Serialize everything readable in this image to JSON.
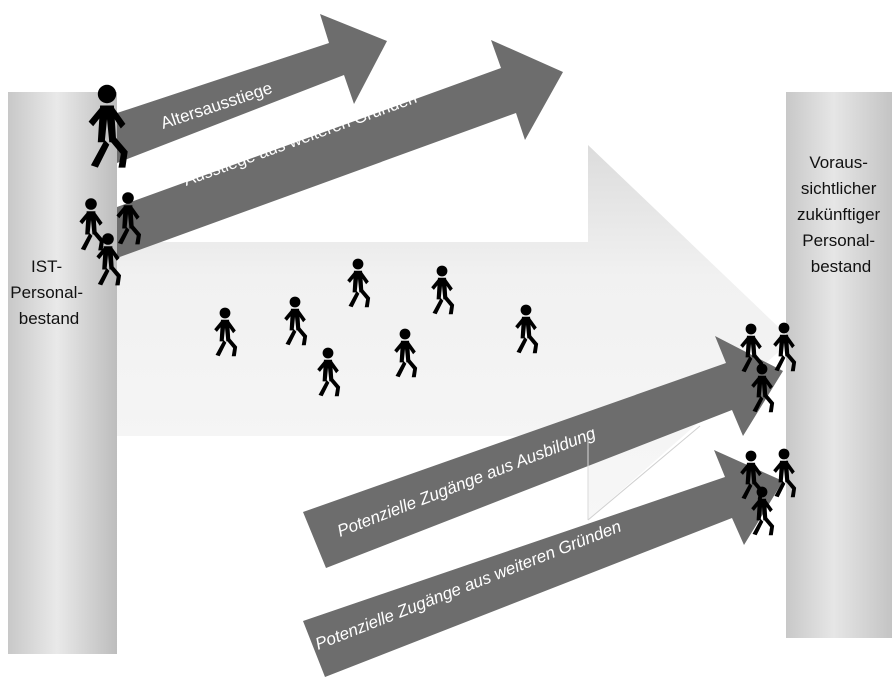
{
  "left_block": {
    "lines": [
      "IST-",
      "Personal-",
      "bestand"
    ]
  },
  "right_block": {
    "lines": [
      "Voraus-",
      "sichtlicher",
      "zukünftiger",
      "Personal-",
      "bestand"
    ]
  },
  "arrows": {
    "altersausstiege": "Altersausstiege",
    "ausstiege_weitere": "Ausstiege aus weiteren Gründen",
    "zugaenge_ausbildung": "Potenzielle Zugänge aus Ausbildung",
    "zugaenge_weitere": "Potenzielle Zugänge aus weiteren Gründen"
  },
  "colors": {
    "pillar": "#cfcfcf",
    "dark_arrow": "#6d6d6d",
    "main_arrow": "#ececec",
    "figure": "#000000"
  },
  "icons": {
    "person": "walking-person-icon"
  }
}
